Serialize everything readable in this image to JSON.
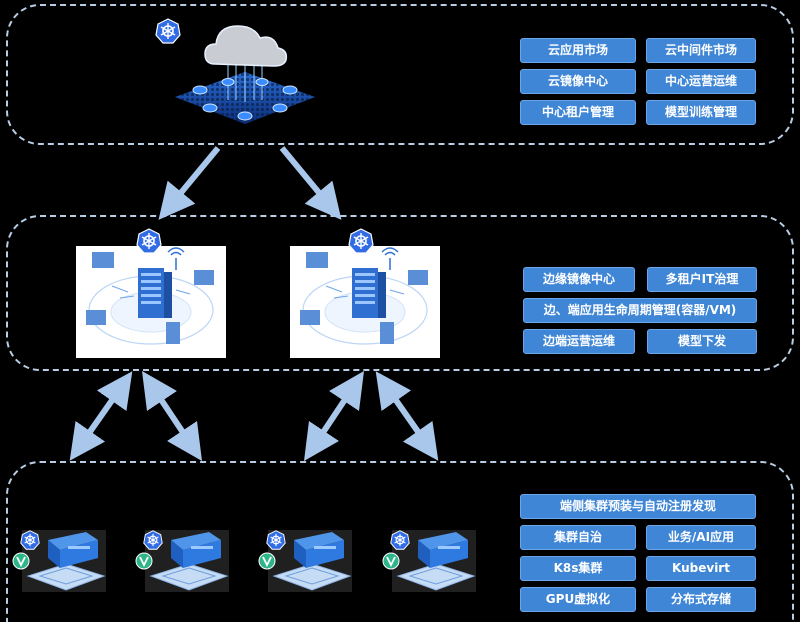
{
  "cloud": {
    "tags": [
      "云应用市场",
      "云中间件市场",
      "云镜像中心",
      "中心运营运维",
      "中心租户管理",
      "模型训练管理"
    ]
  },
  "edge": {
    "tags": [
      "边缘镜像中心",
      "多租户IT治理",
      "边、端应用生命周期管理(容器/VM)",
      "边端运营运维",
      "模型下发"
    ]
  },
  "end": {
    "tags": [
      "端侧集群预装与自动注册发现",
      "集群自治",
      "业务/AI应用",
      "K8s集群",
      "Kubevirt",
      "GPU虚拟化",
      "分布式存储"
    ]
  },
  "colors": {
    "tag_fill": "#3f86d6",
    "arrow": "#a9c7ea",
    "dash": "#b8cde4",
    "background": "#000000"
  },
  "icons": [
    "kubernetes-icon",
    "cloud-icon",
    "server-rack-icon",
    "monitor-icon",
    "antenna-icon",
    "edge-device-icon",
    "v-badge-icon"
  ]
}
